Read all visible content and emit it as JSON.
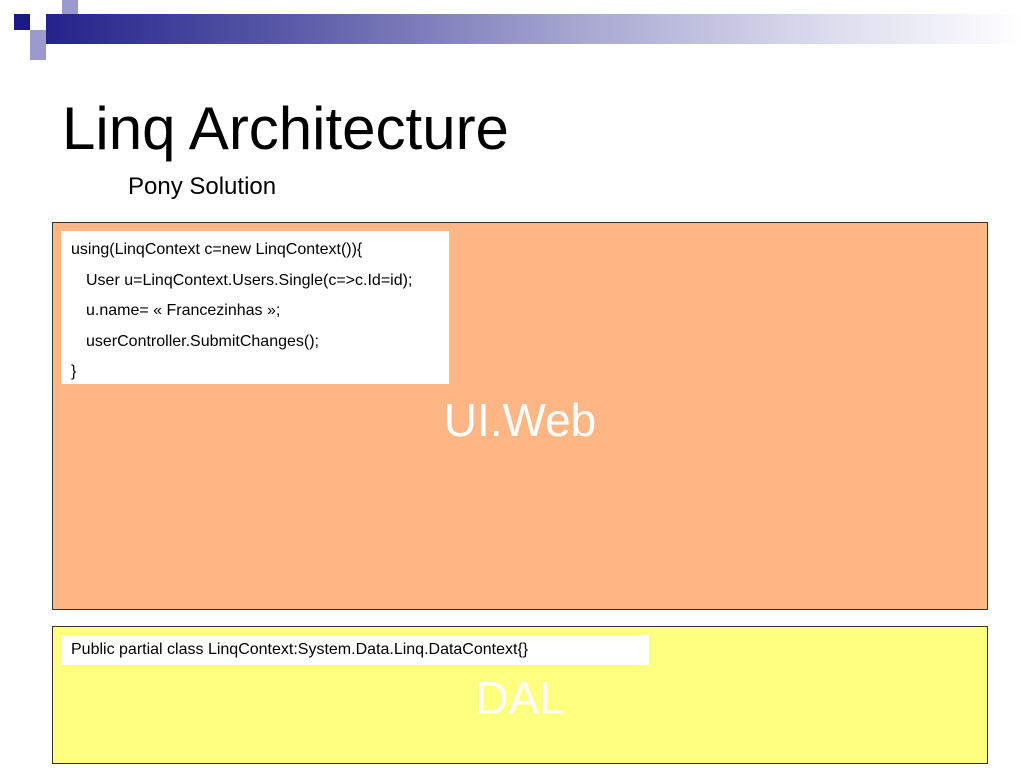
{
  "slide": {
    "title": "Linq Architecture",
    "subtitle": "Pony Solution"
  },
  "web_layer": {
    "label": "UI.Web",
    "code_lines": [
      "using(LinqContext c=new LinqContext()){",
      "User u=LinqContext.Users.Single(c=>c.Id=id);",
      "u.name= « Francezinhas »;",
      "userController.SubmitChanges();",
      "}"
    ]
  },
  "dal_layer": {
    "label": "DAL",
    "code": "Public partial class LinqContext:System.Data.Linq.DataContext{}"
  },
  "colors": {
    "web_fill": "#ffb685",
    "dal_fill": "#ffff80",
    "accent_navy": "#1a1a80",
    "accent_lavender": "#9a9ad0"
  }
}
